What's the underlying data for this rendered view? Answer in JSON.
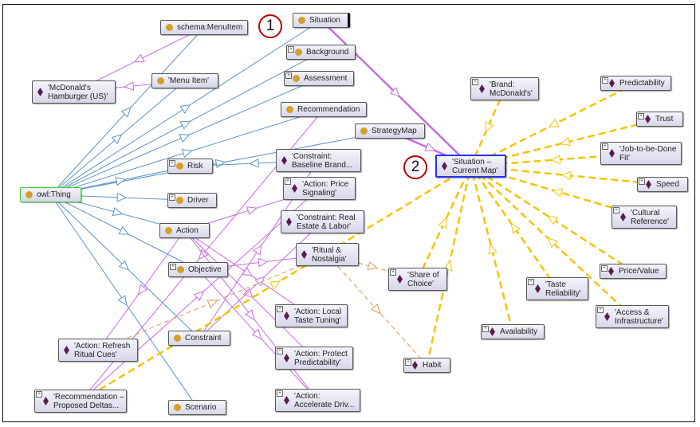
{
  "badges": [
    "1",
    "2"
  ],
  "nodes": {
    "schema_menuitem": {
      "label": "schema:MenuItem",
      "kind": "class"
    },
    "situation": {
      "label": "Situation",
      "kind": "class"
    },
    "background": {
      "label": "Background",
      "kind": "class",
      "expandable": true
    },
    "assessment": {
      "label": "Assessment",
      "kind": "class",
      "expandable": true
    },
    "recommendation": {
      "label": "Recommendation",
      "kind": "class"
    },
    "strategymap": {
      "label": "StrategyMap",
      "kind": "class"
    },
    "mcd_hamburger": {
      "label": "'McDonald's\nHamburger (US)'",
      "kind": "individual"
    },
    "menu_item": {
      "label": "'Menu Item'",
      "kind": "class"
    },
    "risk": {
      "label": "Risk",
      "kind": "class",
      "expandable": true
    },
    "driver": {
      "label": "Driver",
      "kind": "class",
      "expandable": true
    },
    "owl_thing": {
      "label": "owl:Thing",
      "kind": "class"
    },
    "constraint_baseline": {
      "label": "'Constraint:\nBaseline Brand...",
      "kind": "individual"
    },
    "action_price": {
      "label": "'Action: Price\nSignaling'",
      "kind": "individual",
      "expandable": true
    },
    "constraint_realestate": {
      "label": "'Constraint: Real\nEstate & Labor'",
      "kind": "individual"
    },
    "action": {
      "label": "Action",
      "kind": "class"
    },
    "ritual": {
      "label": "'Ritual &\nNostalgia'",
      "kind": "individual"
    },
    "objective": {
      "label": "Objective",
      "kind": "class",
      "expandable": true
    },
    "action_local": {
      "label": "'Action: Local\nTaste Tuning'",
      "kind": "individual",
      "expandable": true
    },
    "constraint": {
      "label": "Constraint",
      "kind": "class"
    },
    "action_refresh": {
      "label": "'Action: Refresh\nRitual Cues'",
      "kind": "individual"
    },
    "action_protect": {
      "label": "'Action: Protect\nPredictability'",
      "kind": "individual",
      "expandable": true
    },
    "rec_deltas": {
      "label": "'Recommendation –\nProposed Deltas...",
      "kind": "individual",
      "expandable": true
    },
    "scenario": {
      "label": "Scenario",
      "kind": "class"
    },
    "action_accel": {
      "label": "'Action:\nAccelerate Driv...",
      "kind": "individual",
      "expandable": true
    },
    "habit": {
      "label": "Habit",
      "kind": "individual",
      "expandable": true
    },
    "brand": {
      "label": "'Brand:\nMcDonald's'",
      "kind": "individual",
      "expandable": true
    },
    "current_map": {
      "label": "'Situation –\nCurrent Map'",
      "kind": "individual",
      "selected": true
    },
    "share": {
      "label": "'Share of\nChoice'",
      "kind": "individual",
      "expandable": true
    },
    "predictability": {
      "label": "Predictability",
      "kind": "individual",
      "expandable": true
    },
    "trust": {
      "label": "Trust",
      "kind": "individual",
      "expandable": true
    },
    "jtbd": {
      "label": "'Job-to-be-Done\nFit'",
      "kind": "individual",
      "expandable": true
    },
    "speed": {
      "label": "Speed",
      "kind": "individual",
      "expandable": true
    },
    "cultural": {
      "label": "'Cultural\nReference'",
      "kind": "individual",
      "expandable": true
    },
    "price_value": {
      "label": "Price/Value",
      "kind": "individual",
      "expandable": true
    },
    "taste": {
      "label": "'Taste\nReliability'",
      "kind": "individual",
      "expandable": true
    },
    "access": {
      "label": "'Access &\nInfrastructure'",
      "kind": "individual",
      "expandable": true
    },
    "availability": {
      "label": "Availability",
      "kind": "individual",
      "expandable": true
    }
  },
  "colors": {
    "subclass": "#5b93c7",
    "instance": "#c86be0",
    "relation": "#f5c400",
    "other": "#e0955a",
    "selected": "#2233ee"
  }
}
